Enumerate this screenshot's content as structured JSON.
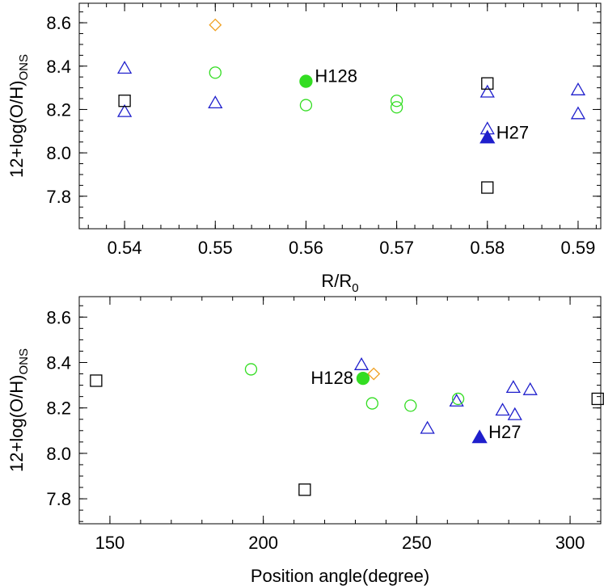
{
  "chart_data": [
    {
      "type": "scatter",
      "xlabel": "R/R",
      "xlabel_sub": "0",
      "ylabel": "12+log(O/H)",
      "ylabel_sub": "ONS",
      "xlim": [
        0.535,
        0.5925
      ],
      "ylim": [
        7.65,
        8.69
      ],
      "xticks": [
        0.54,
        0.55,
        0.56,
        0.57,
        0.58,
        0.59
      ],
      "xtick_labels": [
        "0.54",
        "0.55",
        "0.56",
        "0.57",
        "0.58",
        "0.59"
      ],
      "yticks": [
        7.8,
        8.0,
        8.2,
        8.4,
        8.6
      ],
      "ytick_labels": [
        "7.8",
        "8.0",
        "8.2",
        "8.4",
        "8.6"
      ],
      "series": [
        {
          "marker": "triangle",
          "color": "#1f1fcc",
          "filled": false,
          "points": [
            [
              0.54,
              8.39
            ],
            [
              0.54,
              8.19
            ],
            [
              0.55,
              8.23
            ],
            [
              0.58,
              8.28
            ],
            [
              0.58,
              8.11
            ],
            [
              0.59,
              8.29
            ],
            [
              0.59,
              8.18
            ]
          ]
        },
        {
          "marker": "circle",
          "color": "#33dd22",
          "filled": false,
          "points": [
            [
              0.55,
              8.37
            ],
            [
              0.56,
              8.22
            ],
            [
              0.57,
              8.24
            ],
            [
              0.57,
              8.21
            ]
          ]
        },
        {
          "marker": "square",
          "color": "#000000",
          "filled": false,
          "points": [
            [
              0.54,
              8.24
            ],
            [
              0.58,
              8.32
            ],
            [
              0.58,
              7.84
            ]
          ]
        },
        {
          "marker": "diamond",
          "color": "#f0a020",
          "filled": false,
          "points": [
            [
              0.55,
              8.59
            ]
          ]
        },
        {
          "marker": "circle",
          "color": "#33dd22",
          "filled": true,
          "points": [
            [
              0.56,
              8.33
            ]
          ]
        },
        {
          "marker": "triangle",
          "color": "#1f1fcc",
          "filled": true,
          "points": [
            [
              0.58,
              8.07
            ]
          ]
        }
      ],
      "annotations": [
        {
          "text": "H128",
          "x": 0.56,
          "y": 8.33,
          "side": "right"
        },
        {
          "text": "H27",
          "x": 0.58,
          "y": 8.07,
          "side": "right"
        }
      ]
    },
    {
      "type": "scatter",
      "xlabel": "Position angle(degree)",
      "xlabel_sub": "",
      "ylabel": "12+log(O/H)",
      "ylabel_sub": "ONS",
      "xlim": [
        140,
        310
      ],
      "ylim": [
        7.69,
        8.69
      ],
      "xticks": [
        150,
        200,
        250,
        300
      ],
      "xtick_labels": [
        "150",
        "200",
        "250",
        "300"
      ],
      "yticks": [
        7.8,
        8.0,
        8.2,
        8.4,
        8.6
      ],
      "ytick_labels": [
        "7.8",
        "8.0",
        "8.2",
        "8.4",
        "8.6"
      ],
      "series": [
        {
          "marker": "triangle",
          "color": "#1f1fcc",
          "filled": false,
          "points": [
            [
              232,
              8.39
            ],
            [
              253.5,
              8.11
            ],
            [
              263,
              8.23
            ],
            [
              278,
              8.19
            ],
            [
              281.5,
              8.29
            ],
            [
              282,
              8.17
            ],
            [
              287,
              8.28
            ]
          ]
        },
        {
          "marker": "circle",
          "color": "#33dd22",
          "filled": false,
          "points": [
            [
              196,
              8.37
            ],
            [
              235.5,
              8.22
            ],
            [
              248,
              8.21
            ],
            [
              263.5,
              8.24
            ]
          ]
        },
        {
          "marker": "square",
          "color": "#000000",
          "filled": false,
          "points": [
            [
              145.5,
              8.32
            ],
            [
              213.5,
              7.84
            ],
            [
              309,
              8.24
            ]
          ]
        },
        {
          "marker": "diamond",
          "color": "#f0a020",
          "filled": false,
          "points": [
            [
              236,
              8.35
            ]
          ]
        },
        {
          "marker": "circle",
          "color": "#33dd22",
          "filled": true,
          "points": [
            [
              232.5,
              8.33
            ]
          ]
        },
        {
          "marker": "triangle",
          "color": "#1f1fcc",
          "filled": true,
          "points": [
            [
              270.5,
              8.07
            ]
          ]
        }
      ],
      "annotations": [
        {
          "text": "H128",
          "x": 232.5,
          "y": 8.33,
          "side": "left"
        },
        {
          "text": "H27",
          "x": 270.5,
          "y": 8.07,
          "side": "right"
        }
      ]
    }
  ]
}
